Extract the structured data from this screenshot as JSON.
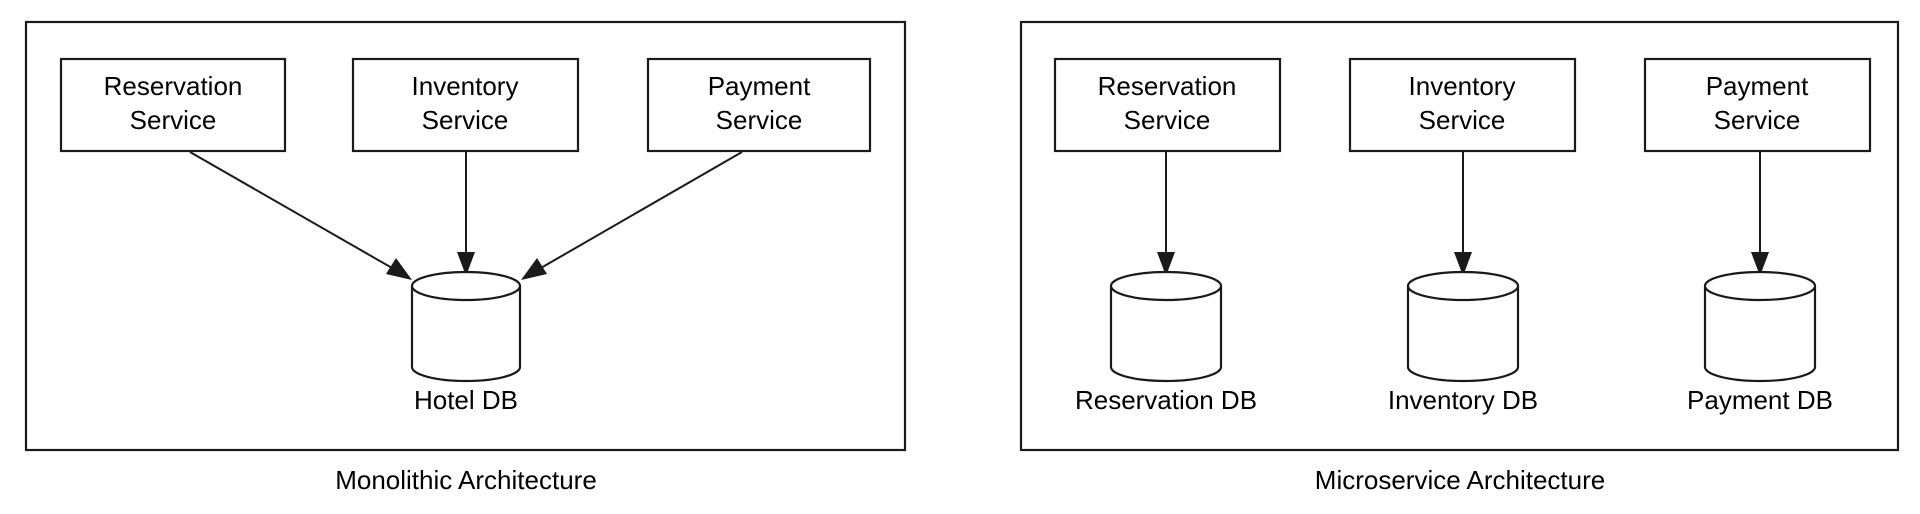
{
  "diagram": {
    "type": "architecture-comparison",
    "background_color": "#ffffff",
    "stroke_color": "#1a1a1a",
    "text_color": "#000000",
    "panels": [
      {
        "id": "monolithic",
        "caption": "Monolithic Architecture",
        "services": [
          {
            "id": "reservation-service",
            "line1": "Reservation",
            "line2": "Service"
          },
          {
            "id": "inventory-service",
            "line1": "Inventory",
            "line2": "Service"
          },
          {
            "id": "payment-service",
            "line1": "Payment",
            "line2": "Service"
          }
        ],
        "databases": [
          {
            "id": "hotel-db",
            "label": "Hotel DB"
          }
        ],
        "connections": [
          {
            "from": "reservation-service",
            "to": "hotel-db"
          },
          {
            "from": "inventory-service",
            "to": "hotel-db"
          },
          {
            "from": "payment-service",
            "to": "hotel-db"
          }
        ]
      },
      {
        "id": "microservice",
        "caption": "Microservice Architecture",
        "services": [
          {
            "id": "reservation-service",
            "line1": "Reservation",
            "line2": "Service"
          },
          {
            "id": "inventory-service",
            "line1": "Inventory",
            "line2": "Service"
          },
          {
            "id": "payment-service",
            "line1": "Payment",
            "line2": "Service"
          }
        ],
        "databases": [
          {
            "id": "reservation-db",
            "label": "Reservation DB"
          },
          {
            "id": "inventory-db",
            "label": "Inventory DB"
          },
          {
            "id": "payment-db",
            "label": "Payment DB"
          }
        ],
        "connections": [
          {
            "from": "reservation-service",
            "to": "reservation-db"
          },
          {
            "from": "inventory-service",
            "to": "inventory-db"
          },
          {
            "from": "payment-service",
            "to": "payment-db"
          }
        ]
      }
    ]
  }
}
